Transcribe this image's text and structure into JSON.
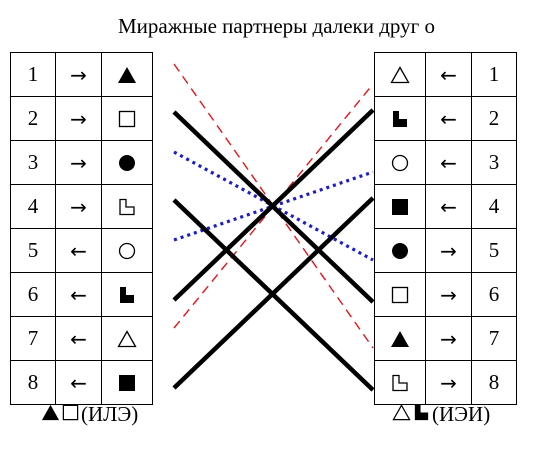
{
  "title": "Миражные партнеры далеки друг о",
  "left_rows": [
    {
      "num": "1",
      "arrow": "→",
      "shape": "triangle-filled"
    },
    {
      "num": "2",
      "arrow": "→",
      "shape": "square-outline"
    },
    {
      "num": "3",
      "arrow": "→",
      "shape": "circle-filled"
    },
    {
      "num": "4",
      "arrow": "→",
      "shape": "l-outline"
    },
    {
      "num": "5",
      "arrow": "←",
      "shape": "circle-outline"
    },
    {
      "num": "6",
      "arrow": "←",
      "shape": "l-filled"
    },
    {
      "num": "7",
      "arrow": "←",
      "shape": "triangle-outline"
    },
    {
      "num": "8",
      "arrow": "←",
      "shape": "square-filled"
    }
  ],
  "right_rows": [
    {
      "num": "1",
      "arrow": "←",
      "shape": "triangle-outline"
    },
    {
      "num": "2",
      "arrow": "←",
      "shape": "l-filled"
    },
    {
      "num": "3",
      "arrow": "←",
      "shape": "circle-outline"
    },
    {
      "num": "4",
      "arrow": "←",
      "shape": "square-filled"
    },
    {
      "num": "5",
      "arrow": "→",
      "shape": "circle-filled"
    },
    {
      "num": "6",
      "arrow": "→",
      "shape": "square-outline"
    },
    {
      "num": "7",
      "arrow": "→",
      "shape": "triangle-filled"
    },
    {
      "num": "8",
      "arrow": "→",
      "shape": "l-outline"
    }
  ],
  "connections": [
    {
      "from": 1,
      "to": 7,
      "style": "red-dashed"
    },
    {
      "from": 7,
      "to": 1,
      "style": "red-dashed"
    },
    {
      "from": 3,
      "to": 5,
      "style": "blue-dotted"
    },
    {
      "from": 5,
      "to": 3,
      "style": "blue-dotted"
    },
    {
      "from": 2,
      "to": 6,
      "style": "black-solid"
    },
    {
      "from": 6,
      "to": 2,
      "style": "black-solid"
    },
    {
      "from": 4,
      "to": 8,
      "style": "black-solid"
    },
    {
      "from": 8,
      "to": 4,
      "style": "black-solid"
    }
  ],
  "line_styles": {
    "red-dashed": {
      "color": "#e8141c"
    },
    "blue-dotted": {
      "color": "#1c1cc8"
    },
    "black-solid": {
      "color": "#000000"
    }
  },
  "captions": {
    "left": {
      "shapes": [
        "triangle-filled",
        "square-outline"
      ],
      "text": "(ИЛЭ)"
    },
    "right": {
      "shapes": [
        "triangle-outline",
        "l-filled"
      ],
      "text": "(ИЭИ)"
    }
  }
}
